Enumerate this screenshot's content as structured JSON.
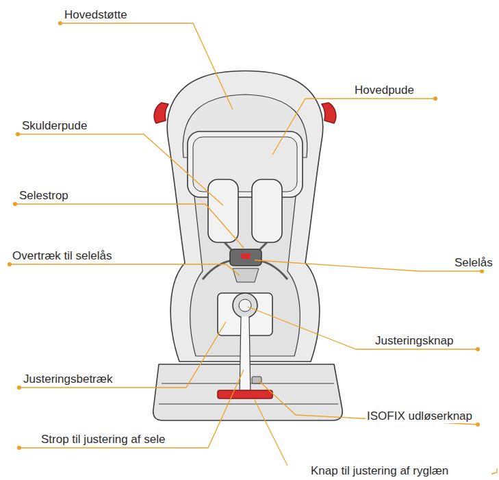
{
  "diagram": {
    "labels": [
      "Hovedstøtte",
      "Hovedpude",
      "Skulderpude",
      "Selestrop",
      "Overtræk til selelås",
      "Selelås",
      "Justeringsknap",
      "Justeringsbetræk",
      "ISOFIX udløserknap",
      "Strop til justering af sele",
      "Knap til justering af ryglæn"
    ]
  }
}
